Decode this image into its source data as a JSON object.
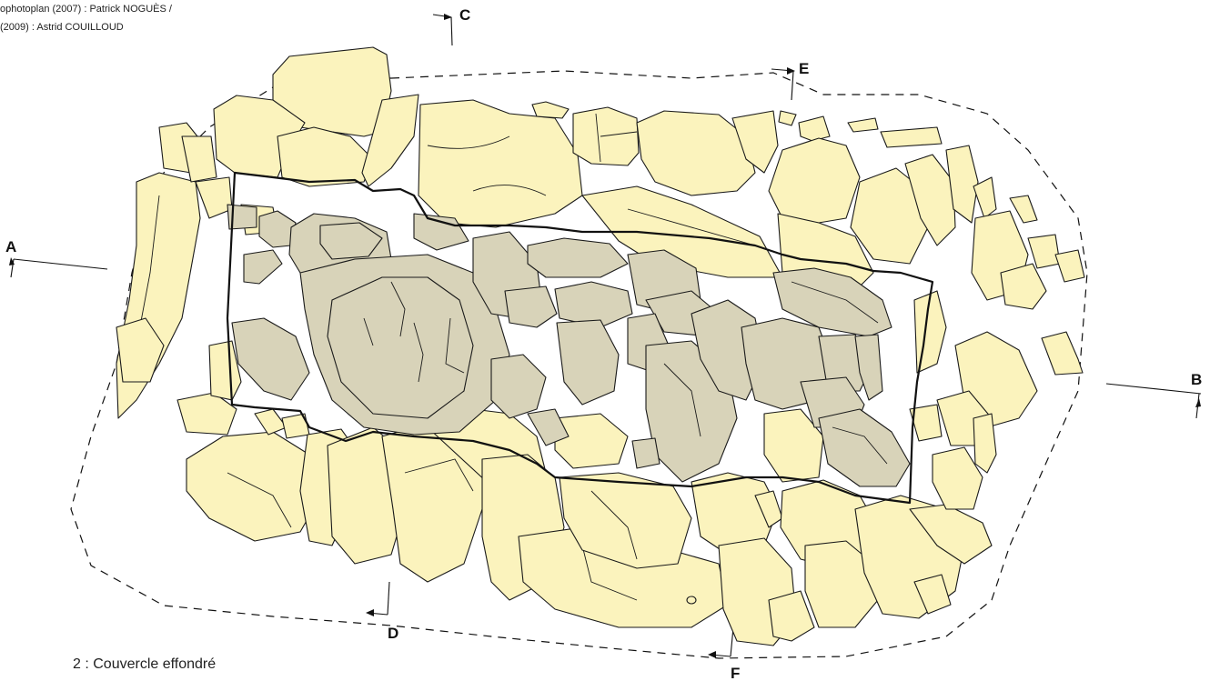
{
  "credits": {
    "line1": "ophotoplan (2007) : Patrick NOGUÈS /",
    "line2": "(2009) : Astrid COUILLOUD"
  },
  "caption": "2 : Couvercle effondré",
  "sections": {
    "A": "A",
    "B": "B",
    "C": "C",
    "D": "D",
    "E": "E",
    "F": "F"
  },
  "colors": {
    "stone": "#fbf3bd",
    "cover_slab": "#d8d3b9",
    "outline": "#1a1a1a"
  }
}
